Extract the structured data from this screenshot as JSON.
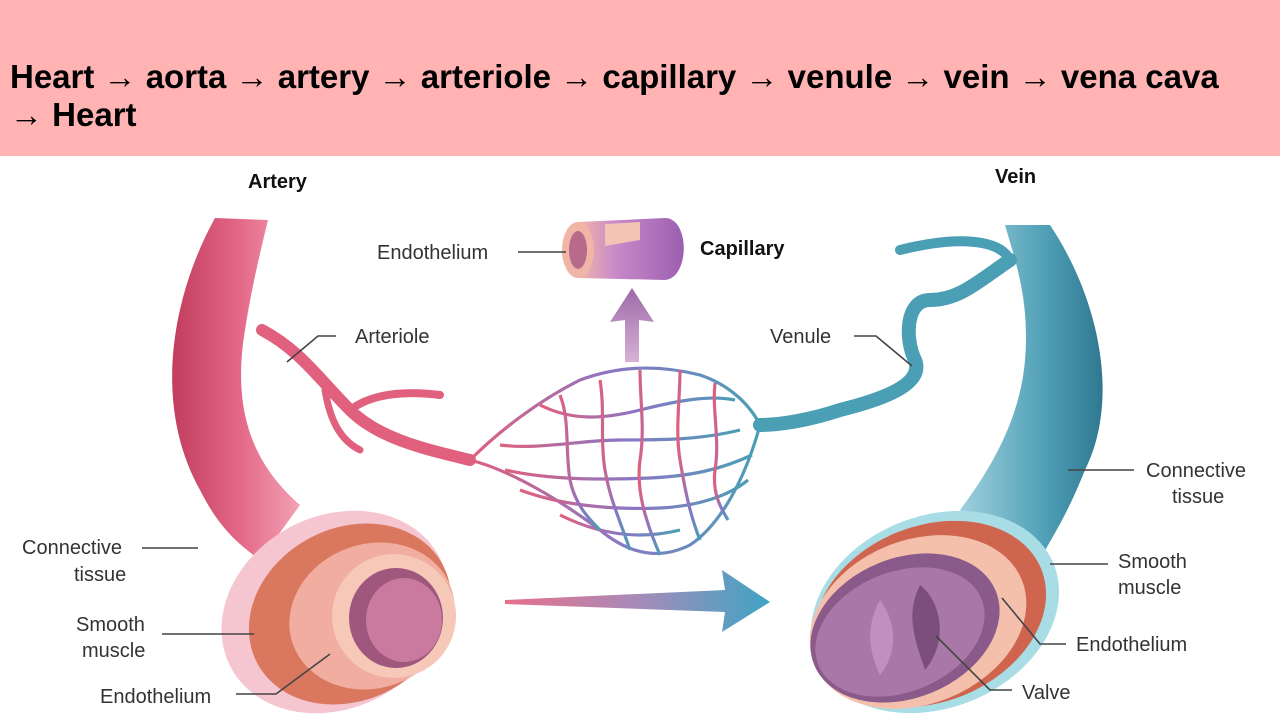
{
  "banner": {
    "title": "Heart → aorta → artery → arteriole → capillary → venule → vein → vena cava → Heart",
    "background": "#ffb3b3"
  },
  "diagram": {
    "artery": {
      "title": "Artery",
      "labels": {
        "arteriole": "Arteriole",
        "connective_l1": "Connective",
        "connective_l2": "tissue",
        "smooth_l1": "Smooth",
        "smooth_l2": "muscle",
        "endothelium": "Endothelium"
      },
      "color": "#e0607e"
    },
    "capillary": {
      "title": "Capillary",
      "endothelium": "Endothelium",
      "color": "#b07ac0"
    },
    "vein": {
      "title": "Vein",
      "labels": {
        "venule": "Venule",
        "connective_l1": "Connective",
        "connective_l2": "tissue",
        "smooth_l1": "Smooth",
        "smooth_l2": "muscle",
        "endothelium": "Endothelium",
        "valve": "Valve"
      },
      "color": "#4a9fb5"
    }
  }
}
